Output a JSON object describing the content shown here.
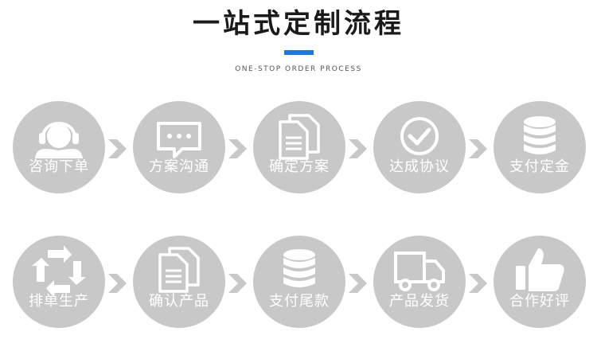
{
  "header": {
    "title": "一站式定制流程",
    "subtitle": "ONE-STOP ORDER PROCESS",
    "accent_color": "#1f78d1"
  },
  "circle_color": "#c8c8c8",
  "arrow_color": "#c8c8c8",
  "steps": [
    {
      "label": "咨询下单",
      "icon": "customer-service-icon"
    },
    {
      "label": "方案沟通",
      "icon": "chat-bubble-icon"
    },
    {
      "label": "确定方案",
      "icon": "documents-icon"
    },
    {
      "label": "达成协议",
      "icon": "check-circle-icon"
    },
    {
      "label": "支付定金",
      "icon": "coin-stack-icon"
    },
    {
      "label": "排单生产",
      "icon": "recycle-arrows-icon"
    },
    {
      "label": "确认产品",
      "icon": "documents-icon"
    },
    {
      "label": "支付尾款",
      "icon": "coin-stack-icon"
    },
    {
      "label": "产品发货",
      "icon": "delivery-truck-icon"
    },
    {
      "label": "合作好评",
      "icon": "thumbs-up-icon"
    }
  ]
}
